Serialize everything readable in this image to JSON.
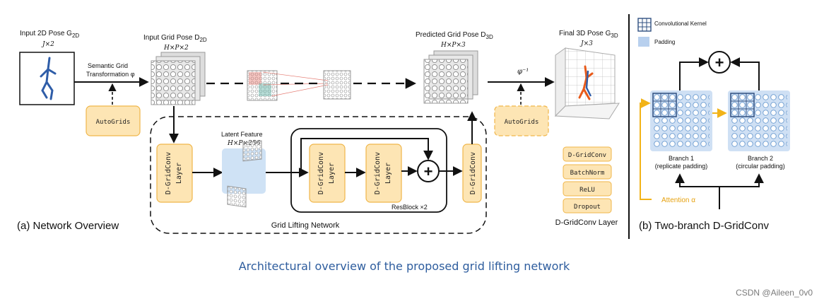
{
  "network": {
    "input2d": {
      "label": "Input 2D Pose G",
      "sub": "2D",
      "shape": "J×2"
    },
    "semantic": {
      "line1": "Semantic Grid",
      "line2": "Transformation φ"
    },
    "autogrids_label": "AutoGrids",
    "input_grid": {
      "label": "Input Grid Pose D",
      "sub": "2D",
      "shape": "H×P×2"
    },
    "latent": {
      "label": "Latent Feature",
      "shape": "H×P×256"
    },
    "predicted": {
      "label": "Predicted Grid Pose D",
      "sub": "3D",
      "shape": "H×P×3"
    },
    "phi_inverse": "φ⁻¹",
    "final3d": {
      "label": "Final 3D Pose G",
      "sub": "3D",
      "shape": "J×3"
    },
    "dgridconv_layer_block": "D-GridConv Layer",
    "dgridconv_block": "D-GridConv",
    "resblock": "ResBlock ×2",
    "grid_lifting": "Grid Lifting Network",
    "plus": "+",
    "panel_title": "(a) Network Overview"
  },
  "layer_legend": {
    "items": [
      "D-GridConv",
      "BatchNorm",
      "ReLU",
      "Dropout"
    ],
    "title": "D-GridConv Layer"
  },
  "two_branch": {
    "legend_kernel": "Convolutional Kernel",
    "legend_padding": "Padding",
    "branch1": {
      "line1": "Branch 1",
      "line2": "(replicate padding)"
    },
    "branch2": {
      "line1": "Branch 2",
      "line2": "(circular padding)"
    },
    "attention": "Attention α",
    "plus": "+",
    "panel_title": "(b) Two-branch D-GridConv"
  },
  "caption": "Architectural overview of the proposed grid lifting network",
  "watermark": "CSDN @Aileen_0v0",
  "colors": {
    "orange_fill": "#fde5b4",
    "orange_stroke": "#f0b64a",
    "attention": "#f2b318",
    "caption": "#2e5d9e"
  }
}
